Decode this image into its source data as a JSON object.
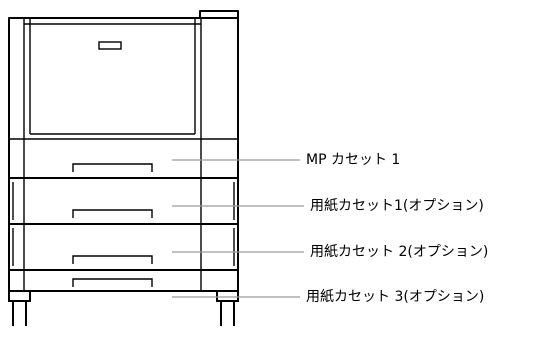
{
  "diagram": {
    "line_color": "#000000",
    "leader_color": "#9a9a9a",
    "background": "#ffffff",
    "callouts": [
      {
        "id": "mp-cassette",
        "label": "MP カセット 1"
      },
      {
        "id": "paper-cassette-1",
        "label": "用紙カセット1(オプション)"
      },
      {
        "id": "paper-cassette-2",
        "label": "用紙カセット 2(オプション)"
      },
      {
        "id": "paper-cassette-3",
        "label": "用紙カセット 3(オプション)"
      }
    ]
  }
}
